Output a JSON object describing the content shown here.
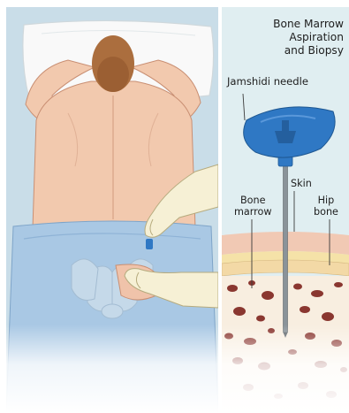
{
  "diagram": {
    "title_lines": [
      "Bone Marrow",
      "Aspiration",
      "and Biopsy"
    ],
    "labels": {
      "needle": "Jamshidi needle",
      "skin": "Skin",
      "bone_marrow_lines": [
        "Bone",
        "marrow"
      ],
      "hip_bone_lines": [
        "Hip",
        "bone"
      ]
    },
    "colors": {
      "needle_handle": "#2f78c4",
      "skin": "#f1c9b4",
      "bone": "#f3d9a6",
      "marrow_spots": "#8a3730",
      "drape": "#a9c8e4",
      "background_left": "#c9dde8",
      "background_right": "#e0eef1"
    }
  }
}
